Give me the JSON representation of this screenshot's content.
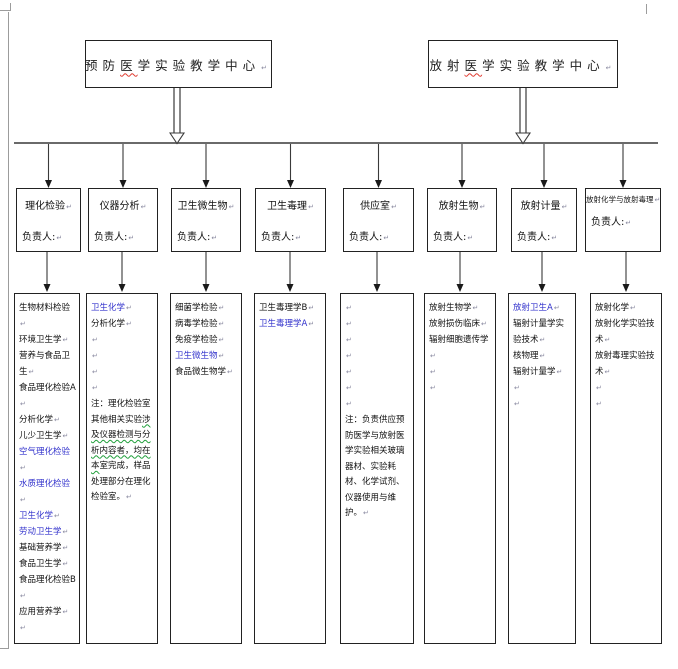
{
  "page": {
    "pilcrow": "↵"
  },
  "colors": {
    "link_blue": "#3333cc",
    "spell_red": "#e03a2f",
    "grammar_green": "#1f9e3a"
  },
  "top_centers": [
    {
      "pre": "预防",
      "mis": "医",
      "post": "学实验教学中心"
    },
    {
      "pre": "放射",
      "mis": "医",
      "post": "学实验教学中心"
    }
  ],
  "departments": [
    {
      "title": "理化检验",
      "manager": "负责人:",
      "items": [
        {
          "text": "生物材料检验"
        },
        {
          "text": "环境卫生学"
        },
        {
          "text": "营养与食品卫生"
        },
        {
          "text": "食品理化检验A"
        },
        {
          "text": "分析化学"
        },
        {
          "text": "儿少卫生学"
        },
        {
          "text": "空气理化检验",
          "blue": true
        },
        {
          "text": "水质理化检验",
          "blue": true
        },
        {
          "text": "卫生化学",
          "blue": true
        },
        {
          "text": "劳动卫生学",
          "blue": true
        },
        {
          "text": "基础营养学"
        },
        {
          "text": "食品卫生学"
        },
        {
          "text": "食品理化检验B"
        },
        {
          "text": "应用营养学"
        },
        {
          "text": ""
        }
      ]
    },
    {
      "title": "仪器分析",
      "manager": "负责人:",
      "items": [
        {
          "text": "卫生化学",
          "blue": true
        },
        {
          "text": "分析化学"
        },
        {
          "text": ""
        },
        {
          "text": ""
        },
        {
          "text": ""
        },
        {
          "text": ""
        }
      ],
      "note": [
        {
          "text": "注：理化检验室其他相关实验"
        },
        {
          "text": "涉及仪器检测与分析内容者，均在本",
          "wavy": true
        },
        {
          "text": "室完成，样品处理部分在理化检验室。"
        }
      ]
    },
    {
      "title": "卫生微生物",
      "manager": "负责人:",
      "items": [
        {
          "text": "细菌学检验"
        },
        {
          "text": "病毒学检验"
        },
        {
          "text": "免疫学检验"
        },
        {
          "text": "卫生微生物",
          "blue": true
        },
        {
          "text": "食品微生物学"
        }
      ]
    },
    {
      "title": "卫生毒理",
      "manager": "负责人:",
      "items": [
        {
          "text": "卫生毒理学B"
        },
        {
          "text": "卫生毒理学A",
          "blue": true
        }
      ]
    },
    {
      "title": "供应室",
      "manager": "负责人:",
      "items": [
        {
          "text": ""
        },
        {
          "text": ""
        },
        {
          "text": ""
        },
        {
          "text": ""
        },
        {
          "text": ""
        },
        {
          "text": ""
        },
        {
          "text": ""
        }
      ],
      "note": [
        {
          "text": "注：负责供应预防医学与放射医学实验相关玻璃器材、实验耗材、化学试剂、仪器使用与维护。"
        }
      ]
    },
    {
      "title": "放射生物",
      "manager": "负责人:",
      "items": [
        {
          "text": "放射生物学"
        },
        {
          "text": "放射损伤临床"
        },
        {
          "text": "辐射细胞遗传学"
        },
        {
          "text": ""
        },
        {
          "text": ""
        }
      ]
    },
    {
      "title": "放射计量",
      "manager": "负责人:",
      "items": [
        {
          "text": "放射卫生A",
          "blue": true
        },
        {
          "text": "辐射计量学实验技术"
        },
        {
          "text": "核物理"
        },
        {
          "text": "辐射计量学"
        },
        {
          "text": ""
        },
        {
          "text": ""
        }
      ]
    },
    {
      "title": "放射化学与放射毒理",
      "manager": "负责人:",
      "small": true,
      "items": [
        {
          "text": "放射化学"
        },
        {
          "text": "放射化学实验技术"
        },
        {
          "text": "放射毒理实验技术"
        },
        {
          "text": ""
        },
        {
          "text": ""
        }
      ]
    }
  ]
}
